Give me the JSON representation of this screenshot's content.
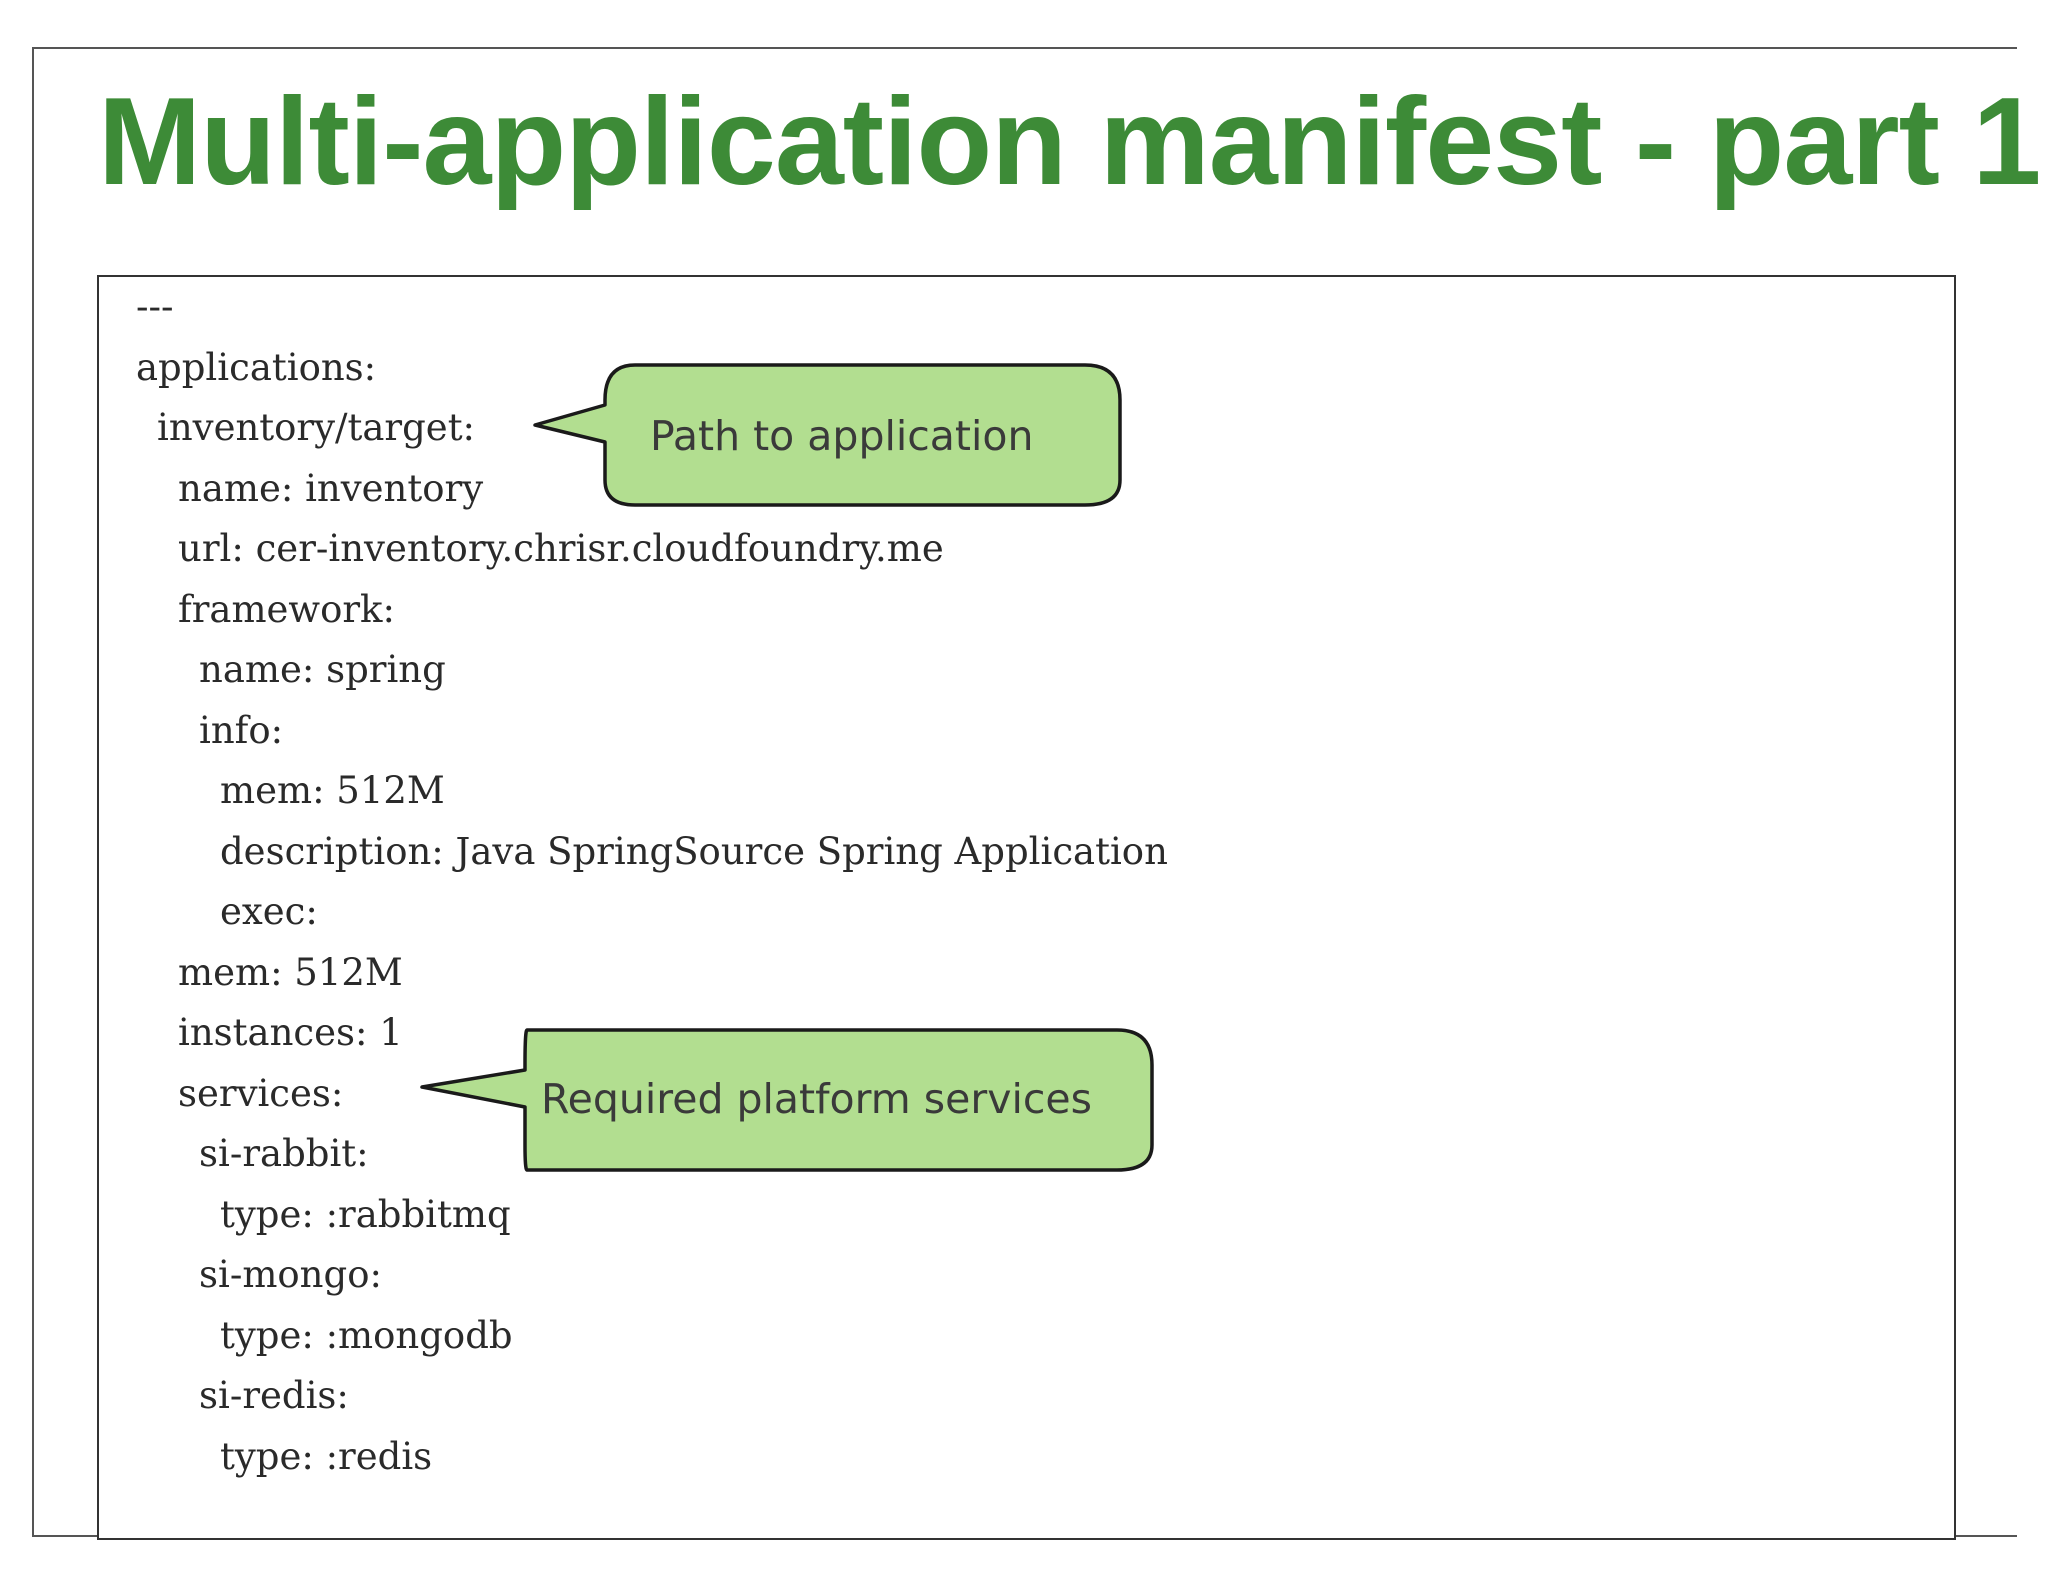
{
  "slide": {
    "title": "Multi-application manifest - part 1",
    "title_color": "#3d8b37"
  },
  "code": {
    "lines": [
      {
        "text": "---",
        "indent": 0
      },
      {
        "text": "applications:",
        "indent": 0
      },
      {
        "text": "inventory/target:",
        "indent": 1
      },
      {
        "text": "name: inventory",
        "indent": 2
      },
      {
        "text": "url: cer-inventory.chrisr.cloudfoundry.me",
        "indent": 2
      },
      {
        "text": "framework:",
        "indent": 2
      },
      {
        "text": "name: spring",
        "indent": 3
      },
      {
        "text": "info:",
        "indent": 3
      },
      {
        "text": "mem: 512M",
        "indent": 4
      },
      {
        "text": "description: Java SpringSource Spring Application",
        "indent": 4
      },
      {
        "text": "exec:",
        "indent": 4
      },
      {
        "text": "mem: 512M",
        "indent": 2
      },
      {
        "text": "instances: 1",
        "indent": 2
      },
      {
        "text": "services:",
        "indent": 2
      },
      {
        "text": "si-rabbit:",
        "indent": 3
      },
      {
        "text": "type: :rabbitmq",
        "indent": 4
      },
      {
        "text": "si-mongo:",
        "indent": 3
      },
      {
        "text": "type: :mongodb",
        "indent": 4
      },
      {
        "text": "si-redis:",
        "indent": 3
      },
      {
        "text": "type: :redis",
        "indent": 4
      }
    ]
  },
  "callouts": [
    {
      "text": "Path to application",
      "points_to_line": 2
    },
    {
      "text": "Required platform services",
      "points_to_line": 13
    }
  ],
  "colors": {
    "callout_fill": "#b2de90",
    "callout_stroke": "#1a1a1a",
    "code_text": "#2a2a2a",
    "border": "#333333"
  }
}
